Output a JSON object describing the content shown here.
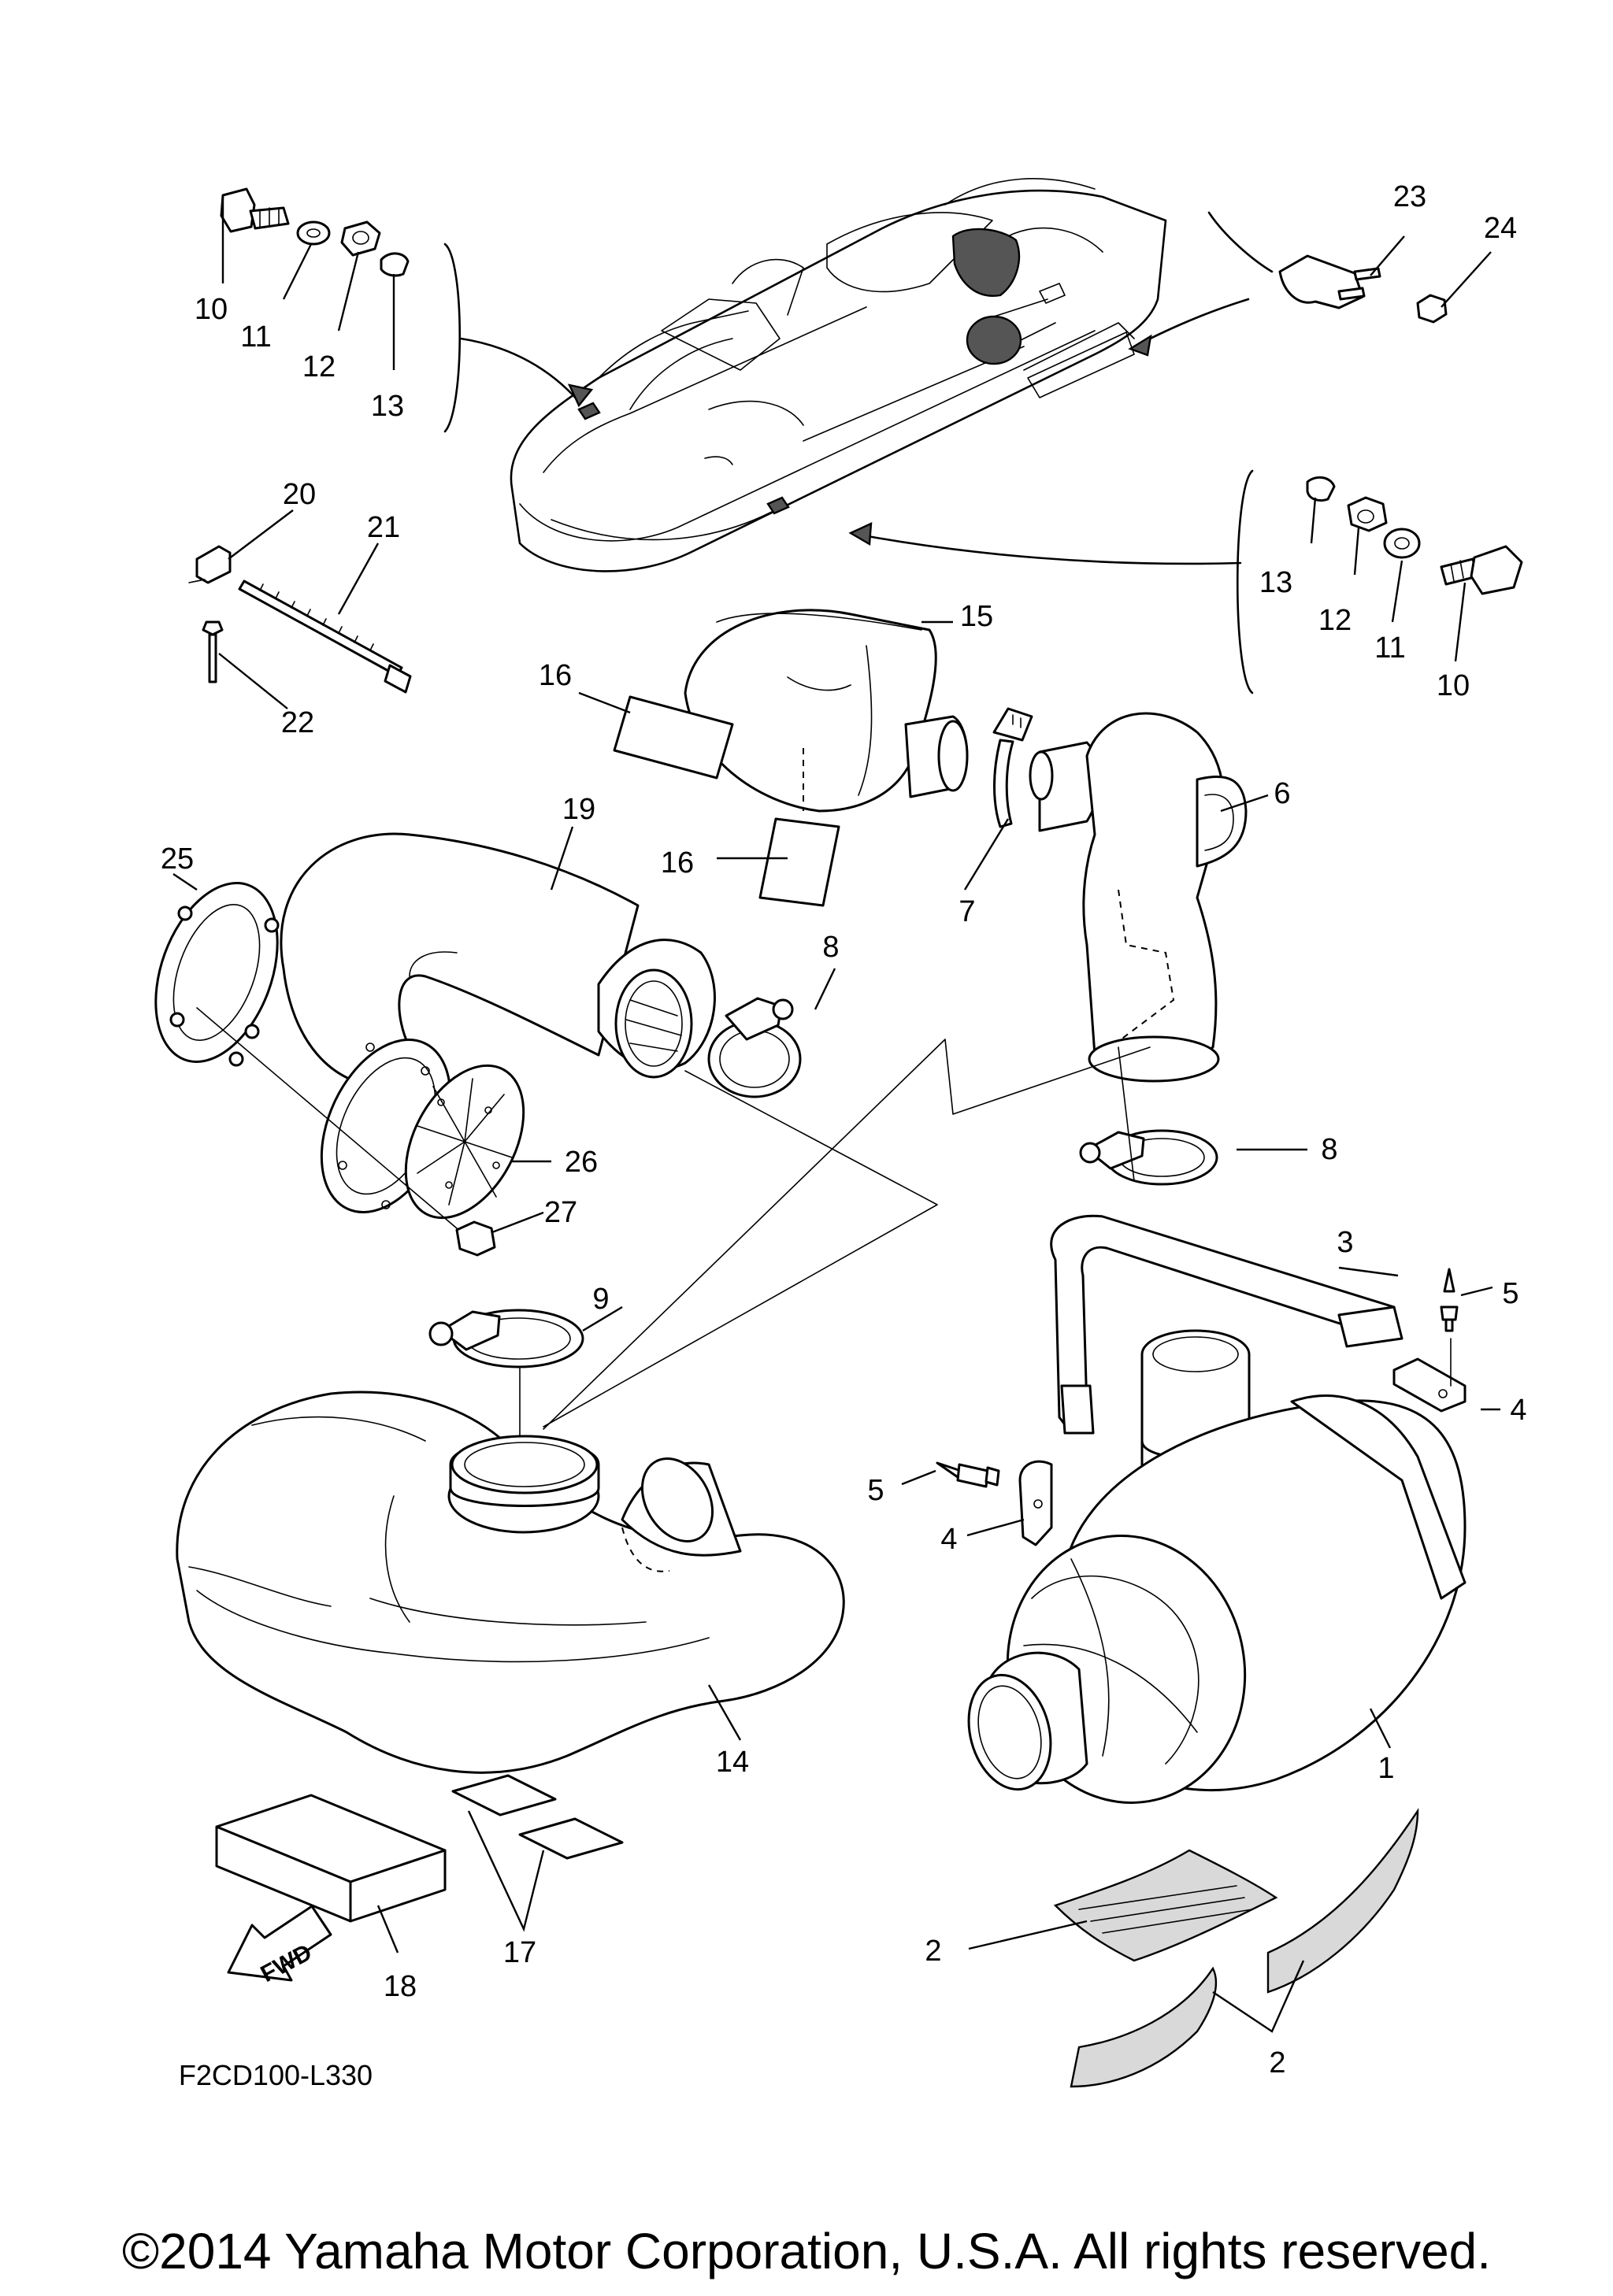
{
  "diagram": {
    "callouts": [
      "1",
      "2",
      "2",
      "3",
      "4",
      "4",
      "5",
      "5",
      "6",
      "7",
      "8",
      "8",
      "9",
      "10",
      "10",
      "11",
      "11",
      "12",
      "12",
      "13",
      "13",
      "14",
      "15",
      "16",
      "16",
      "17",
      "18",
      "19",
      "20",
      "21",
      "22",
      "23",
      "24",
      "25",
      "26",
      "27"
    ],
    "fwd_label": "FWD",
    "drawing_code": "F2CD100-L330"
  },
  "footer": {
    "copyright": "©2014 Yamaha Motor Corporation, U.S.A. All rights reserved."
  }
}
